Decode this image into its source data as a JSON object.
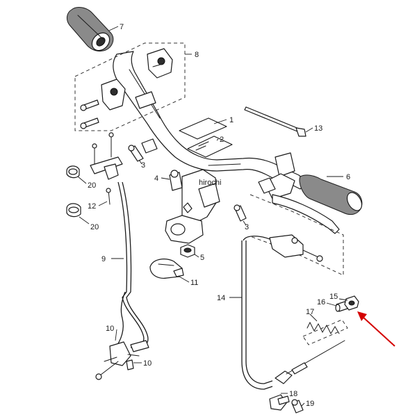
{
  "watermark": "hirochi",
  "callouts": {
    "p1": "1",
    "p2": "2",
    "p3a": "3",
    "p3b": "3",
    "p4": "4",
    "p5": "5",
    "p6": "6",
    "p7": "7",
    "p8": "8",
    "p9": "9",
    "p10a": "10",
    "p10b": "10",
    "p11": "11",
    "p12": "12",
    "p13": "13",
    "p14": "14",
    "p15": "15",
    "p16": "16",
    "p17": "17",
    "p18": "18",
    "p19": "19",
    "p20a": "20",
    "p20b": "20"
  },
  "colors": {
    "lines": "#1a1a1a",
    "highlight_arrow": "#d40000",
    "grip_shade": "#8a8a8a"
  }
}
